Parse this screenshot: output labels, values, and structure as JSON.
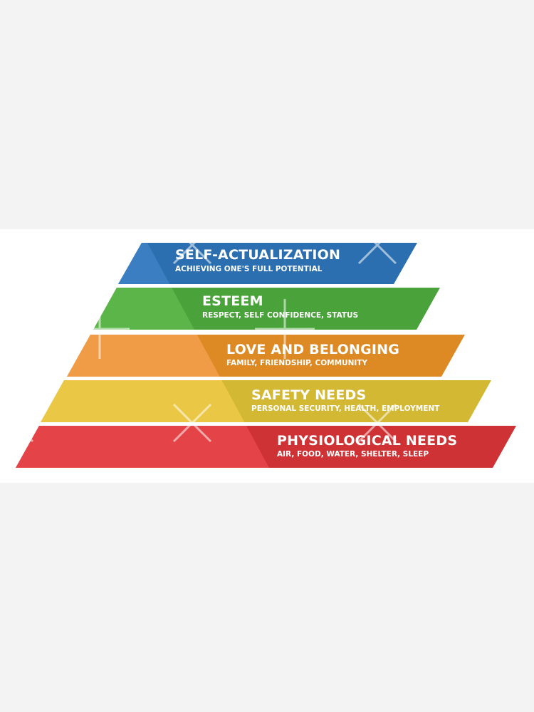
{
  "diagram": {
    "tiers": [
      {
        "title": "SELF-ACTUALIZATION",
        "subtitle": "ACHIEVING ONE'S FULL POTENTIAL",
        "color": "#2c6fb0",
        "light": "#3b7fc2"
      },
      {
        "title": "ESTEEM",
        "subtitle": "RESPECT, SELF CONFIDENCE, STATUS",
        "color": "#4aa23a",
        "light": "#5cb548"
      },
      {
        "title": "LOVE AND BELONGING",
        "subtitle": "FAMILY, FRIENDSHIP, COMMUNITY",
        "color": "#dd8a25",
        "light": "#f09c47"
      },
      {
        "title": "SAFETY NEEDS",
        "subtitle": "PERSONAL SECURITY, HEALTH, EMPLOYMENT",
        "color": "#d3b834",
        "light": "#eac846"
      },
      {
        "title": "PHYSIOLOGICAL NEEDS",
        "subtitle": "AIR, FOOD, WATER, SHELTER, SLEEP",
        "color": "#cf3234",
        "light": "#e44447"
      }
    ]
  }
}
